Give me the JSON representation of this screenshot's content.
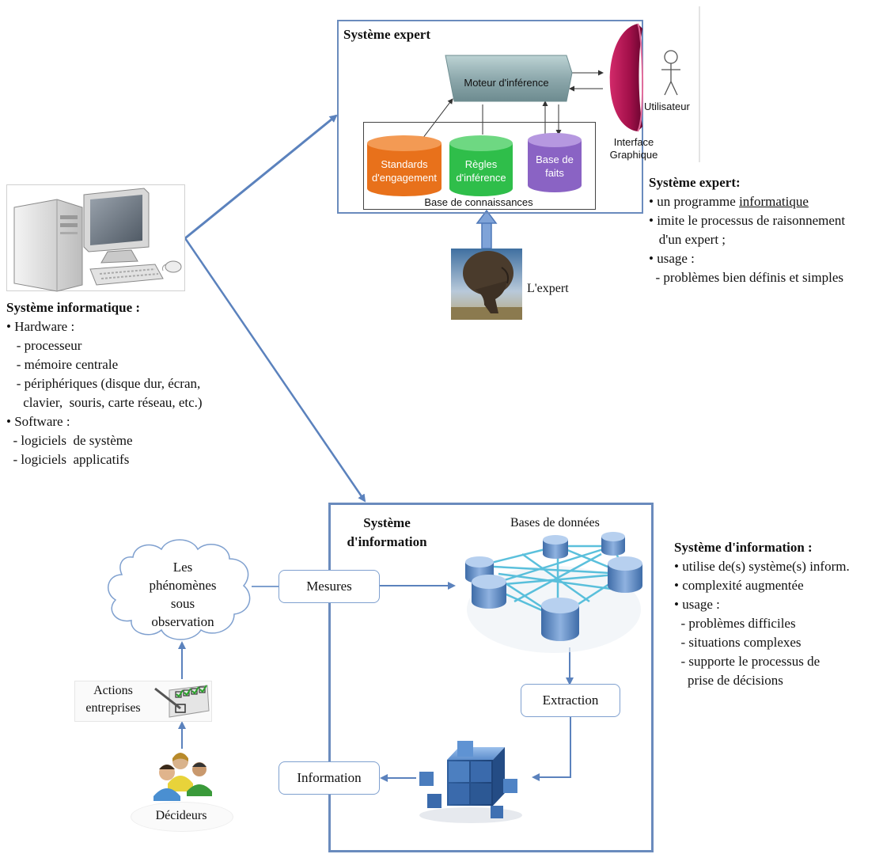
{
  "colors": {
    "arrow": "#5b82bd",
    "box_border": "#6a8bbd",
    "cyl_orange": "#e8711b",
    "cyl_green": "#2fbe4a",
    "cyl_purple": "#8a63c4",
    "interface_crimson": "#b0124e"
  },
  "expert_system_diagram": {
    "title": "Système expert",
    "engine": "Moteur d'inférence",
    "interface": "Interface\nGraphique",
    "user": "Utilisateur",
    "kb_label": "Base de connaissances",
    "cyl_standards": "Standards\nd'engagement",
    "cyl_rules": "Règles\nd'inférence",
    "cyl_facts": "Base\nde faits",
    "expert_label": "L'expert"
  },
  "computer_system": {
    "title": "Système informatique :",
    "lines": [
      "• Hardware :",
      "   - processeur",
      "   - mémoire centrale",
      "   - périphériques (disque dur, écran,",
      "     clavier,  souris, carte réseau, etc.)",
      "• Software :",
      "  - logiciels  de système",
      "  - logiciels  applicatifs"
    ]
  },
  "expert_system_notes": {
    "title": "Système expert:",
    "line1_prefix": "• un programme ",
    "line1_link": "informatique",
    "lines": [
      "• imite le processus de raisonnement",
      "   d'un expert ;",
      "• usage :",
      "  - problèmes bien définis et simples"
    ]
  },
  "info_system_diagram": {
    "title": "Système\nd'information",
    "databases": "Bases de données",
    "measures": "Mesures",
    "extraction": "Extraction",
    "information": "Information",
    "phenomena": "Les\nphénomènes\nsous\nobservation",
    "actions": "Actions\nentreprises",
    "deciders": "Décideurs"
  },
  "info_system_notes": {
    "title": "Système d'information :",
    "lines": [
      "• utilise de(s) système(s) inform.",
      "• complexité augmentée",
      "• usage :",
      "  - problèmes difficiles",
      "  - situations complexes",
      "  - supporte le processus de",
      "    prise de décisions"
    ]
  }
}
